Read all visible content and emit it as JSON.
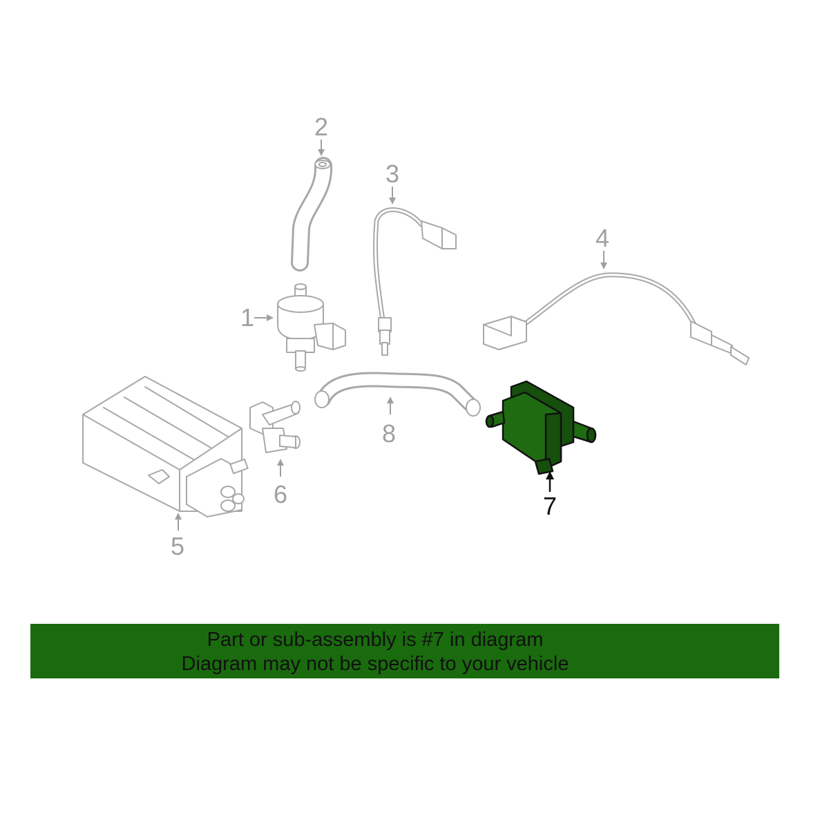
{
  "callouts": {
    "c1": "1",
    "c2": "2",
    "c3": "3",
    "c4": "4",
    "c5": "5",
    "c6": "6",
    "c7": "7",
    "c8": "8"
  },
  "highlighted_part": "7",
  "colors": {
    "highlight": "#1f6b12",
    "banner": "#1a6b0e",
    "outline": "#a8a8a8",
    "text": "#111111"
  },
  "banner": {
    "line1": "Part or sub-assembly is #7 in diagram",
    "line2": "Diagram may not be specific to your vehicle"
  }
}
